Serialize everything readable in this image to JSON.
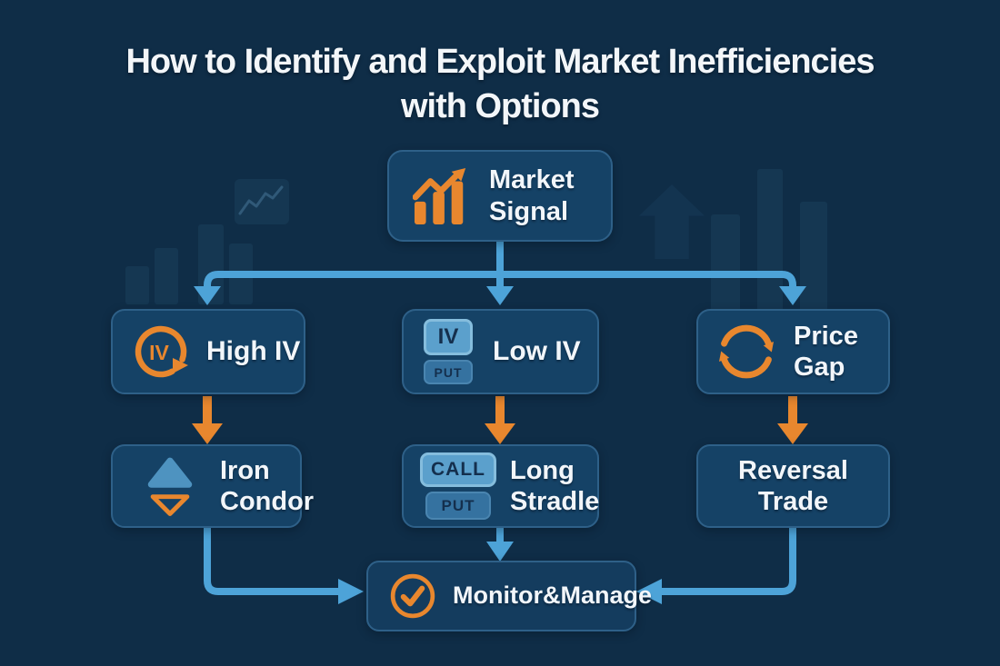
{
  "title": {
    "lines": [
      "How to Identify and Exploit Market Inefficiencies",
      "with Options"
    ]
  },
  "nodes": {
    "market_signal": {
      "label": "Market Signal",
      "icon": "trend-bar-chart-icon"
    },
    "high_iv": {
      "label": "High IV",
      "icon": "iv-circular-arrow-icon",
      "icon_text": "IV"
    },
    "low_iv": {
      "label": "Low IV",
      "badges": [
        "IV",
        "PUT"
      ]
    },
    "price_gap": {
      "label": "Price Gap",
      "icon": "cycle-arrows-icon"
    },
    "iron_condor": {
      "label": "Iron Condor",
      "icon": "up-down-triangles-icon"
    },
    "long_straddle": {
      "label": "Long Stradle",
      "badges": [
        "CALL",
        "PUT"
      ]
    },
    "reversal_trade": {
      "label": "Reversal Trade"
    },
    "monitor_manage": {
      "label": "Monitor&Manage",
      "icon": "check-circle-icon"
    }
  },
  "edges": [
    {
      "from": "Market Signal",
      "to": "High IV",
      "color": "blue"
    },
    {
      "from": "Market Signal",
      "to": "Low IV",
      "color": "blue"
    },
    {
      "from": "Market Signal",
      "to": "Price Gap",
      "color": "blue"
    },
    {
      "from": "High IV",
      "to": "Iron Condor",
      "color": "orange"
    },
    {
      "from": "Low IV",
      "to": "Long Stradle",
      "color": "orange"
    },
    {
      "from": "Price Gap",
      "to": "Reversal Trade",
      "color": "orange"
    },
    {
      "from": "Iron Condor",
      "to": "Monitor&Manage",
      "color": "blue"
    },
    {
      "from": "Long Stradle",
      "to": "Monitor&Manage",
      "color": "blue"
    },
    {
      "from": "Reversal Trade",
      "to": "Monitor&Manage",
      "color": "blue"
    }
  ],
  "colors": {
    "background": "#0f2d47",
    "box_fill": "#154266",
    "box_border": "#2e6088",
    "arrow_blue": "#4da3d8",
    "arrow_orange": "#e8872e",
    "text_white": "#f2f6fa",
    "badge_light_fill": "#5ba0cc",
    "badge_light_border": "#85bddd",
    "badge_dark_fill": "#3572a0",
    "badge_text": "#142f4d",
    "triangle_blue": "#4e93c0"
  },
  "icons": [
    "trend-bar-chart-icon",
    "iv-circular-arrow-icon",
    "cycle-arrows-icon",
    "up-down-triangles-icon",
    "check-circle-icon"
  ]
}
